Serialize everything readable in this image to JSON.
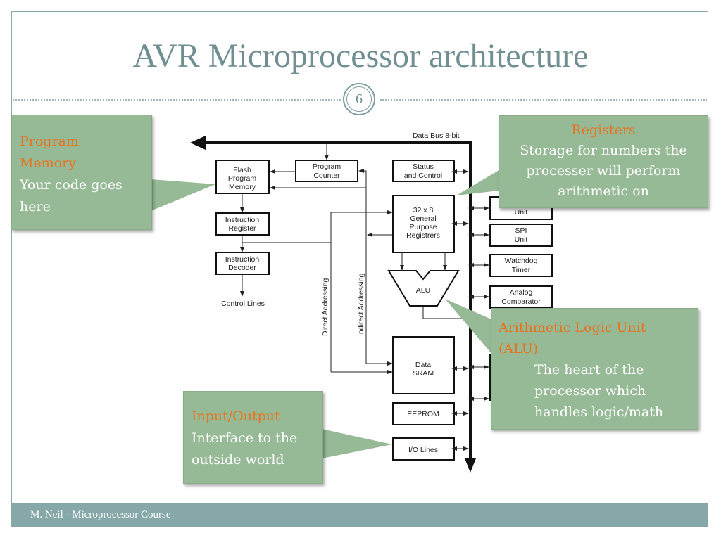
{
  "slide": {
    "title": "AVR Microprocessor architecture",
    "page_number": "6",
    "footer": "M. Neil - Microprocessor Course"
  },
  "diagram": {
    "bus_label": "Data Bus 8-bit",
    "blocks": {
      "flash": [
        "Flash",
        "Program",
        "Memory"
      ],
      "program_counter": [
        "Program",
        "Counter"
      ],
      "status_control": [
        "Status",
        "and Control"
      ],
      "instruction_register": [
        "Instruction",
        "Register"
      ],
      "instruction_decoder": [
        "Instruction",
        "Decoder"
      ],
      "gpr": [
        "32 x 8",
        "General",
        "Purpose",
        "Registrers"
      ],
      "alu": "ALU",
      "data_sram": [
        "Data",
        "SRAM"
      ],
      "eeprom": "EEPROM",
      "io_lines": "I/O Lines",
      "interrupt_unit": "Unit",
      "spi_unit": [
        "SPI",
        "Unit"
      ],
      "watchdog_timer": [
        "Watchdog",
        "Timer"
      ],
      "analog_comparator": [
        "Analog",
        "Comparator"
      ]
    },
    "control_lines": "Control Lines",
    "direct_addressing": "Direct Addressing",
    "indirect_addressing": "Indirect Addressing"
  },
  "callouts": {
    "program_memory": {
      "title": "Program Memory",
      "title_lines": [
        "Program",
        "Memory"
      ],
      "body_lines": [
        "Your code goes",
        "here"
      ]
    },
    "registers": {
      "title": "Registers",
      "body_lines": [
        "Storage for numbers the",
        "processer will perform",
        "arithmetic on"
      ]
    },
    "alu": {
      "title_lines": [
        "Arithmetic Logic Unit",
        "(ALU)"
      ],
      "body_lines": [
        "The heart of the",
        "processor which",
        "handles logic/math"
      ]
    },
    "io": {
      "title": "Input/Output",
      "body_lines": [
        "Interface to the",
        "outside world"
      ]
    }
  },
  "colors": {
    "title": "#6f8f93",
    "callout_fill": "#96b996",
    "callout_title": "#e8731f",
    "footer_bar": "#86a8a9"
  }
}
